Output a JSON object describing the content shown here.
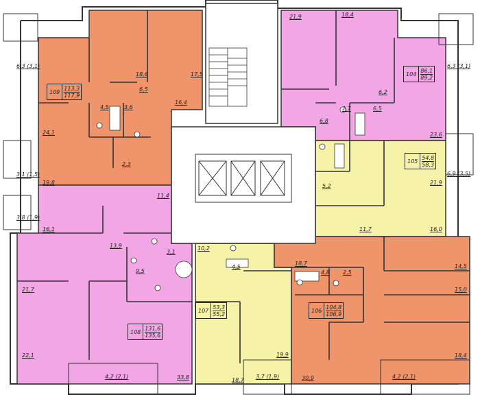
{
  "colors": {
    "apt_109": "#f0956b",
    "apt_104": "#f3a6e6",
    "apt_105": "#f6f2a8",
    "apt_108": "#f3a6e6",
    "apt_107": "#f6f2a8",
    "apt_106": "#f0956b",
    "wall": "#333333",
    "core": "#ffffff"
  },
  "apartments": [
    {
      "id": "109",
      "area_a": "113,3",
      "area_b": "117,9"
    },
    {
      "id": "104",
      "area_a": "86,1",
      "area_b": "89,2"
    },
    {
      "id": "105",
      "area_a": "54,8",
      "area_b": "58,3"
    },
    {
      "id": "108",
      "area_a": "131,6",
      "area_b": "135,6"
    },
    {
      "id": "107",
      "area_a": "53,3",
      "area_b": "55,2"
    },
    {
      "id": "106",
      "area_a": "104,8",
      "area_b": "106,9"
    }
  ],
  "room_labels": {
    "r109_1": "18,6",
    "r109_2": "17,5",
    "r109_3": "6,5",
    "r109_4": "16,4",
    "r109_5": "4,5",
    "r109_6": "3,6",
    "r109_7": "24,1",
    "r109_8": "2,3",
    "r109_9": "19,8",
    "r104_1": "21,9",
    "r104_2": "18,4",
    "r104_3": "6,2",
    "r104_4": "2,7",
    "r104_5": "6,5",
    "r104_6": "6,8",
    "r104_7": "23,6",
    "r105_1": "5,2",
    "r105_2": "21,9",
    "r105_3": "11,7",
    "r105_4": "16,0",
    "r108_1": "11,4",
    "r108_2": "16,1",
    "r108_3": "13,9",
    "r108_4": "3,1",
    "r108_5": "9,5",
    "r108_6": "21,7",
    "r108_7": "22,1",
    "r108_8": "33,8",
    "r107_1": "10,2",
    "r107_2": "4,5",
    "r107_3": "19,9",
    "r107_4": "18,7",
    "r106_1": "18,7",
    "r106_2": "4,8",
    "r106_3": "2,5",
    "r106_4": "14,5",
    "r106_5": "15,0",
    "r106_6": "18,4",
    "r106_7": "30,9"
  },
  "balcony_labels": {
    "b_left_top": "6,3 (3,1)",
    "b_right_top": "6,3 (3,1)",
    "b_left_mid": "3,1 (1,5)",
    "b_right_mid": "6,9 (3,5)",
    "b_left_low": "3,8 (1,9)",
    "b_bottom_left": "4,2 (2,1)",
    "b_bottom_mid": "3,7 (1,9)",
    "b_bottom_right": "4,2 (2,1)"
  }
}
